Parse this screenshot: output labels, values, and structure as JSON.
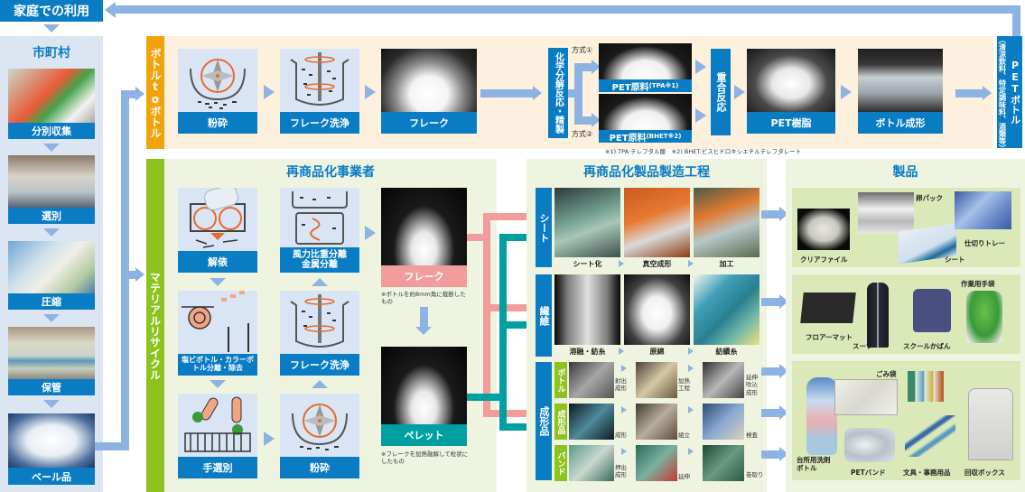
{
  "home_use": {
    "label": "家庭での利用"
  },
  "municipality": {
    "title": "市町村",
    "steps": [
      {
        "label": "分別収集",
        "photo": "collection-truck-photo"
      },
      {
        "label": "選別",
        "photo": "sorting-workers-photo"
      },
      {
        "label": "圧縮",
        "photo": "compressed-bales-photo"
      },
      {
        "label": "保管",
        "photo": "storage-pallets-photo"
      },
      {
        "label": "ベール品",
        "photo": "bale-product-photo"
      }
    ]
  },
  "bottle_to_bottle": {
    "side_label": "ボトルtoボトル",
    "steps": [
      {
        "label": "粉砕",
        "icon": "crusher-icon"
      },
      {
        "label": "フレーク洗浄",
        "icon": "flake-washer-icon"
      },
      {
        "label": "フレーク",
        "photo": "flake-pile-photo"
      }
    ],
    "chemical": {
      "label": "化学分解反応・精製"
    },
    "methods": [
      {
        "tag": "方式①",
        "label": "PET原料",
        "sub": "(TPA※1)"
      },
      {
        "tag": "方式②",
        "label": "PET原料",
        "sub": "(BHET※2)"
      }
    ],
    "polymerization": {
      "label": "重合反応"
    },
    "resin": {
      "label": "PET樹脂"
    },
    "bottle_forming": {
      "label": "ボトル成形"
    },
    "footnote": "※1) TPA:テレフタル酸　※2) BHET:ビスヒドロキシエチルテレフタレート"
  },
  "pet_bottle": {
    "label": "PETボトル",
    "sub": "（清涼飲料、特定調味料、酒類等）"
  },
  "material_recycle": {
    "side_label": "マテリアルリサイクル",
    "title": "再商品化事業者",
    "steps": {
      "unbale": "解俵",
      "separate_pvc": "塩ビボトル・カラーボトル分離・除去",
      "hand_sort": "手選別",
      "crush": "粉砕",
      "flake_wash": "フレーク洗浄",
      "air_sep_1": "風力比重分離",
      "air_sep_2": "金属分離"
    },
    "flake": {
      "label": "フレーク",
      "note": "※ボトルを約8mm角に裁断したもの"
    },
    "pellet": {
      "label": "ペレット",
      "note": "※フレークを加熱融解して粒状にしたもの"
    }
  },
  "manufacturing": {
    "title": "再商品化製品製造工程",
    "sheet": {
      "label": "シート",
      "steps": [
        "シート化",
        "真空成形",
        "加工"
      ]
    },
    "fiber": {
      "label": "繊維",
      "steps": [
        "溶融・紡糸",
        "原綿",
        "紡績糸"
      ]
    },
    "molded": {
      "label": "成形品",
      "rows": [
        {
          "label": "ボトル",
          "steps": [
            "射出成形",
            "加熱工程",
            "延伸吹込成形"
          ]
        },
        {
          "label": "成形品",
          "steps": [
            "成形",
            "組立",
            "検査"
          ]
        },
        {
          "label": "バンド",
          "steps": [
            "押出成形",
            "延伸",
            "巻取り"
          ]
        }
      ]
    }
  },
  "products": {
    "title": "製品",
    "sheet_products": [
      "クリアファイル",
      "卵パック",
      "シート",
      "仕切りトレー"
    ],
    "fiber_products": [
      "フロアーマット",
      "スーツ",
      "スクールかばん",
      "作業用手袋"
    ],
    "molded_products": [
      "台所用洗剤ボトル",
      "ごみ袋",
      "PETバンド",
      "文具・事務用品",
      "回収ボックス"
    ]
  },
  "colors": {
    "blue": "#0a7cc4",
    "arrow": "#8db3e2",
    "orange": "#f0a30a",
    "green": "#8dc21f",
    "pink": "#f29c9c",
    "teal": "#00a0a0",
    "cream": "#fdf0dc",
    "pale_green": "#eff4e1"
  }
}
